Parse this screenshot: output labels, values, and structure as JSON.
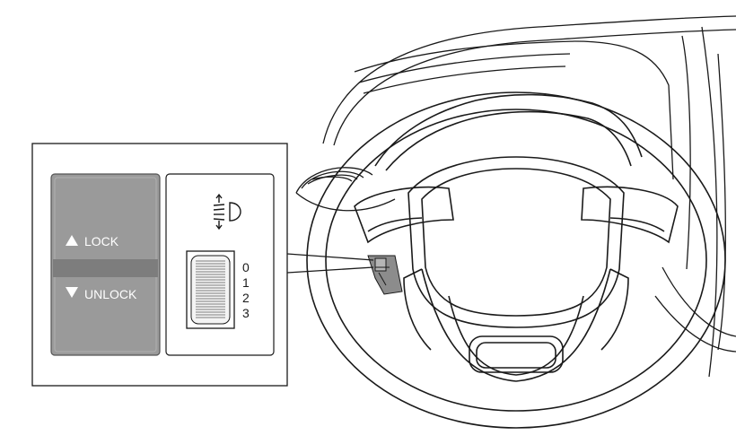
{
  "lock_switch": {
    "lock_label": "LOCK",
    "unlock_label": "UNLOCK"
  },
  "leveling_dial": {
    "icon": "headlight-leveling-icon",
    "positions": [
      "0",
      "1",
      "2",
      "3"
    ]
  },
  "colors": {
    "switch_panel": "#9a9a9a",
    "switch_divider": "#7d7d7d",
    "switch_text": "#ffffff",
    "highlight": "#8c8c8c",
    "line": "#1a1a1a"
  }
}
